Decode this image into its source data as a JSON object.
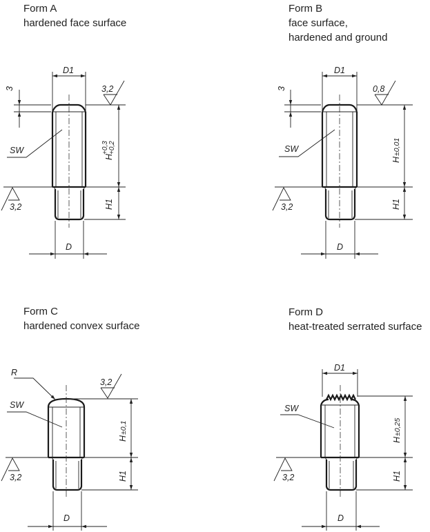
{
  "forms": [
    {
      "title": "Form A",
      "subtitle_lines": [
        "hardened face surface"
      ],
      "labels": {
        "D1": "D1",
        "three": "3",
        "roughness_top": "3,2",
        "SW": "SW",
        "H": "H",
        "H_tol_upper": "+0,3",
        "H_tol_lower": "+0,2",
        "H1": "H1",
        "roughness_base": "3,2",
        "D": "D"
      }
    },
    {
      "title": "Form B",
      "subtitle_lines": [
        "face surface,",
        "hardened and ground"
      ],
      "labels": {
        "D1": "D1",
        "three": "3",
        "roughness_top": "0,8",
        "SW": "SW",
        "H": "H",
        "H_tol": "±0,01",
        "H1": "H1",
        "roughness_base": "3,2",
        "D": "D"
      }
    },
    {
      "title": "Form C",
      "subtitle_lines": [
        "hardened convex surface"
      ],
      "labels": {
        "R": "R",
        "roughness_top": "3,2",
        "SW": "SW",
        "H": "H",
        "H_tol": "±0,1",
        "H1": "H1",
        "roughness_base": "3,2",
        "D": "D"
      }
    },
    {
      "title": "Form D",
      "subtitle_lines": [
        "heat-treated serrated surface"
      ],
      "labels": {
        "D1": "D1",
        "SW": "SW",
        "H": "H",
        "H_tol": "±0,25",
        "H1": "H1",
        "roughness_base": "3,2",
        "D": "D"
      }
    }
  ]
}
